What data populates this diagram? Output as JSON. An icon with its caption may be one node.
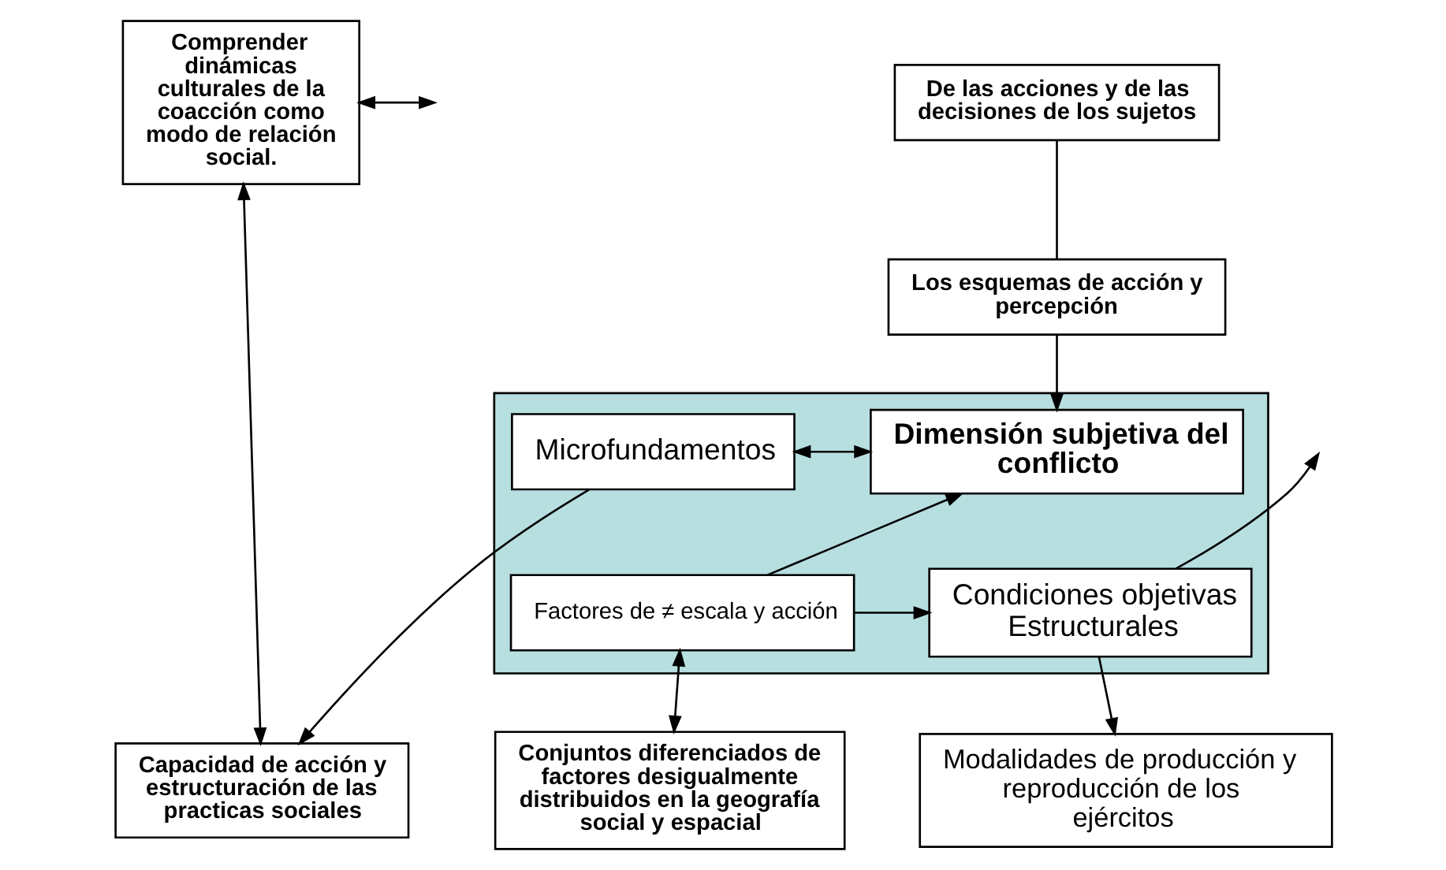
{
  "diagram": {
    "nodes": [
      {
        "text": [
          "Comprender dinámicas culturales de la coacción como modo de relación social."
        ]
      },
      {
        "text": [
          "De las acciones y de las decisiones de los sujetos"
        ]
      },
      {
        "text": [
          "Los esquemas de acción y percepción"
        ]
      },
      {
        "text": [],
        "shape": "box"
      },
      {
        "text": [
          "Microfundamentos"
        ],
        "in": 3
      },
      {
        "text": [
          "Dimensión subjetiva del conflicto"
        ],
        "in": 3
      },
      {
        "text": [
          "Condiciones objetivas Estructurales"
        ],
        "in": 3
      },
      {
        "text": [
          "Factores de ≠ escala y acción"
        ],
        "in": 3
      },
      {
        "text": [
          "Capacidad de acción y estructuración de las practicas sociales"
        ]
      },
      {
        "text": [
          "Modalidades de producción y reproducción de los ejércitos"
        ]
      },
      {
        "text": [
          "Conjuntos diferenciados de factores desigualmente distribuidos en la geografía social y espacial"
        ]
      }
    ],
    "edges": [
      {
        "from": 0,
        "to": null,
        "arrow": "both"
      },
      {
        "from": 1,
        "to": 2,
        "arrow": "none"
      },
      {
        "from": 2,
        "to": 5,
        "arrow": "to"
      },
      {
        "from": 4,
        "to": 5,
        "arrow": "both"
      },
      {
        "from": 6,
        "to": null,
        "arrow": "to"
      },
      {
        "from": 7,
        "to": 5,
        "arrow": "to"
      },
      {
        "from": 7,
        "to": 6,
        "arrow": "to"
      },
      {
        "from": 7,
        "to": 10,
        "arrow": "both"
      },
      {
        "from": 0,
        "to": 8,
        "arrow": "both"
      },
      {
        "from": 4,
        "to": 8,
        "arrow": "to"
      },
      {
        "from": 6,
        "to": 9,
        "arrow": "to"
      }
    ]
  }
}
